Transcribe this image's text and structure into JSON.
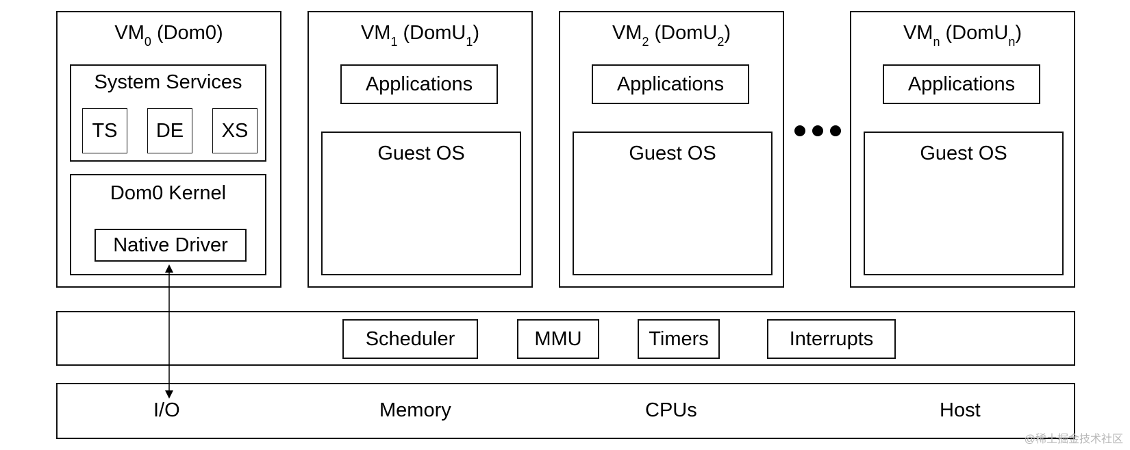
{
  "vms": [
    {
      "vm_prefix": "VM",
      "vm_sub": "0",
      "dom_text": "(Dom0)",
      "dom_sub": ""
    },
    {
      "vm_prefix": "VM",
      "vm_sub": "1",
      "dom_text": "(DomU",
      "dom_sub": "1",
      "dom_close": ")"
    },
    {
      "vm_prefix": "VM",
      "vm_sub": "2",
      "dom_text": "(DomU",
      "dom_sub": "2",
      "dom_close": ")"
    },
    {
      "vm_prefix": "VM",
      "vm_sub": "n",
      "dom_text": "(DomU",
      "dom_sub": "n",
      "dom_close": ")"
    }
  ],
  "dom0": {
    "system_services": "System Services",
    "services": [
      "TS",
      "DE",
      "XS"
    ],
    "kernel": "Dom0 Kernel",
    "native_driver": "Native Driver"
  },
  "domu": {
    "applications": "Applications",
    "guest_os": "Guest OS"
  },
  "hypervisor": [
    "Scheduler",
    "MMU",
    "Timers",
    "Interrupts"
  ],
  "hardware": [
    "I/O",
    "Memory",
    "CPUs",
    "Host"
  ],
  "watermark": "@稀土掘金技术社区"
}
